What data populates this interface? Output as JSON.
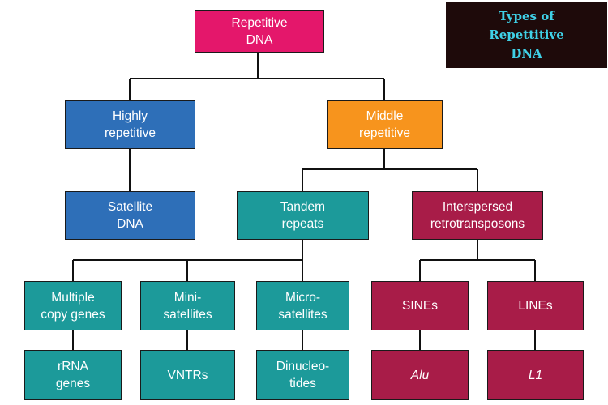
{
  "title": "Types of\nRepettitive\nDNA",
  "nodes": {
    "repetitive_dna": "Repetitive\nDNA",
    "highly_repetitive": "Highly\nrepetitive",
    "middle_repetitive": "Middle\nrepetitive",
    "satellite_dna": "Satellite\nDNA",
    "tandem_repeats": "Tandem\nrepeats",
    "interspersed_retrotransposons": "Interspersed\nretrotransposons",
    "multiple_copy_genes": "Multiple\ncopy genes",
    "minisatellites": "Mini-\nsatellites",
    "microsatellites": "Micro-\nsatellites",
    "sines": "SINEs",
    "lines": "LINEs",
    "rrna_genes": "rRNA\ngenes",
    "vntrs": "VNTRs",
    "dinucleotides": "Dinucleo-\ntides",
    "alu": "Alu",
    "l1": "L1"
  },
  "colors": {
    "root": "#e4176b",
    "highly": "#2e6fb8",
    "middle": "#f7941d",
    "tandem": "#1c9a9a",
    "interspersed": "#a81c48",
    "title_bg": "#1e0a0a",
    "title_text": "#3fd0e6"
  }
}
